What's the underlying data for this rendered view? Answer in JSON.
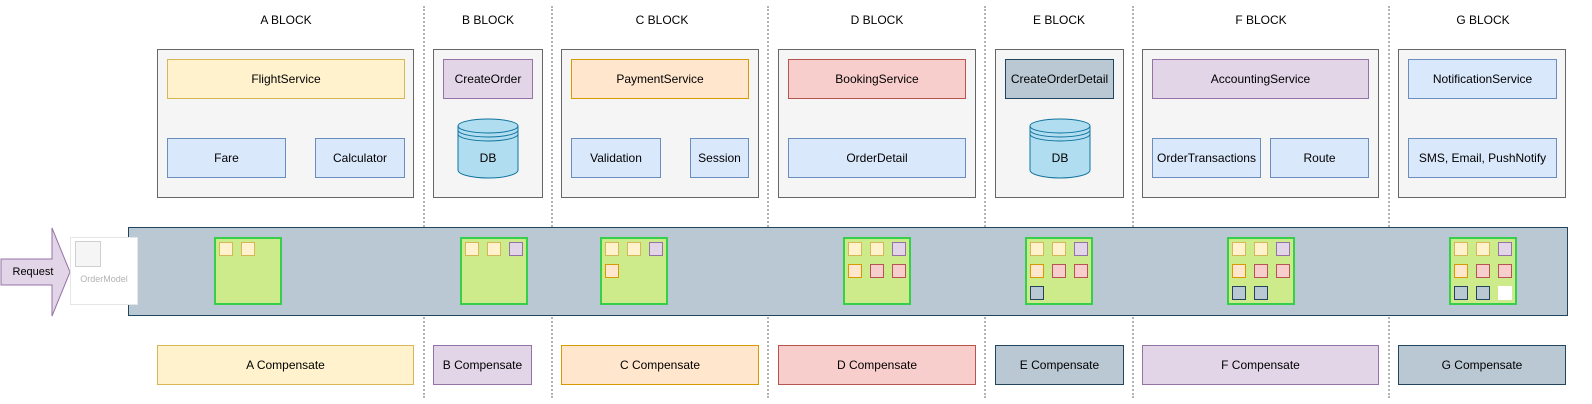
{
  "blocks": [
    {
      "heading": "A BLOCK",
      "compensate": "A Compensate"
    },
    {
      "heading": "B BLOCK",
      "compensate": "B Compensate"
    },
    {
      "heading": "C BLOCK",
      "compensate": "C Compensate"
    },
    {
      "heading": "D BLOCK",
      "compensate": "D Compensate"
    },
    {
      "heading": "E BLOCK",
      "compensate": "E Compensate"
    },
    {
      "heading": "F BLOCK",
      "compensate": "F Compensate"
    },
    {
      "heading": "G BLOCK",
      "compensate": "G Compensate"
    }
  ],
  "nodes": {
    "flight_service": "FlightService",
    "fare": "Fare",
    "calculator": "Calculator",
    "create_order": "CreateOrder",
    "db_b": "DB",
    "payment_service": "PaymentService",
    "validation": "Validation",
    "session": "Session",
    "booking_service": "BookingService",
    "order_detail": "OrderDetail",
    "create_order_detail": "CreateOrderDetail",
    "db_e": "DB",
    "accounting_service": "AccountingService",
    "order_transactions": "OrderTransactions",
    "route": "Route",
    "notification_service": "NotificationService",
    "notify_channels": "SMS, Email, PushNotify"
  },
  "request_label": "Request",
  "order_model_label": "OrderModel",
  "colors": {
    "yellow": "#fff2cc",
    "purple": "#e1d5e7",
    "orange": "#ffe6cc",
    "red": "#f8cecc",
    "slate": "#bac8d3",
    "blue": "#dae8fc",
    "chip": "#cdeb8b",
    "arrow": "#007fff"
  },
  "order_model_chips": [
    [
      "yellow",
      "yellow"
    ],
    [
      "yellow",
      "yellow",
      "purple"
    ],
    [
      "yellow",
      "yellow",
      "purple",
      "orange"
    ],
    [
      "yellow",
      "yellow",
      "purple",
      "orange",
      "red",
      "red"
    ],
    [
      "yellow",
      "yellow",
      "purple",
      "orange",
      "red",
      "red",
      "slate"
    ],
    [
      "yellow",
      "yellow",
      "purple",
      "orange",
      "red",
      "red",
      "slate",
      "slate"
    ],
    [
      "yellow",
      "yellow",
      "purple",
      "orange",
      "red",
      "red",
      "slate",
      "slate",
      "white"
    ]
  ]
}
